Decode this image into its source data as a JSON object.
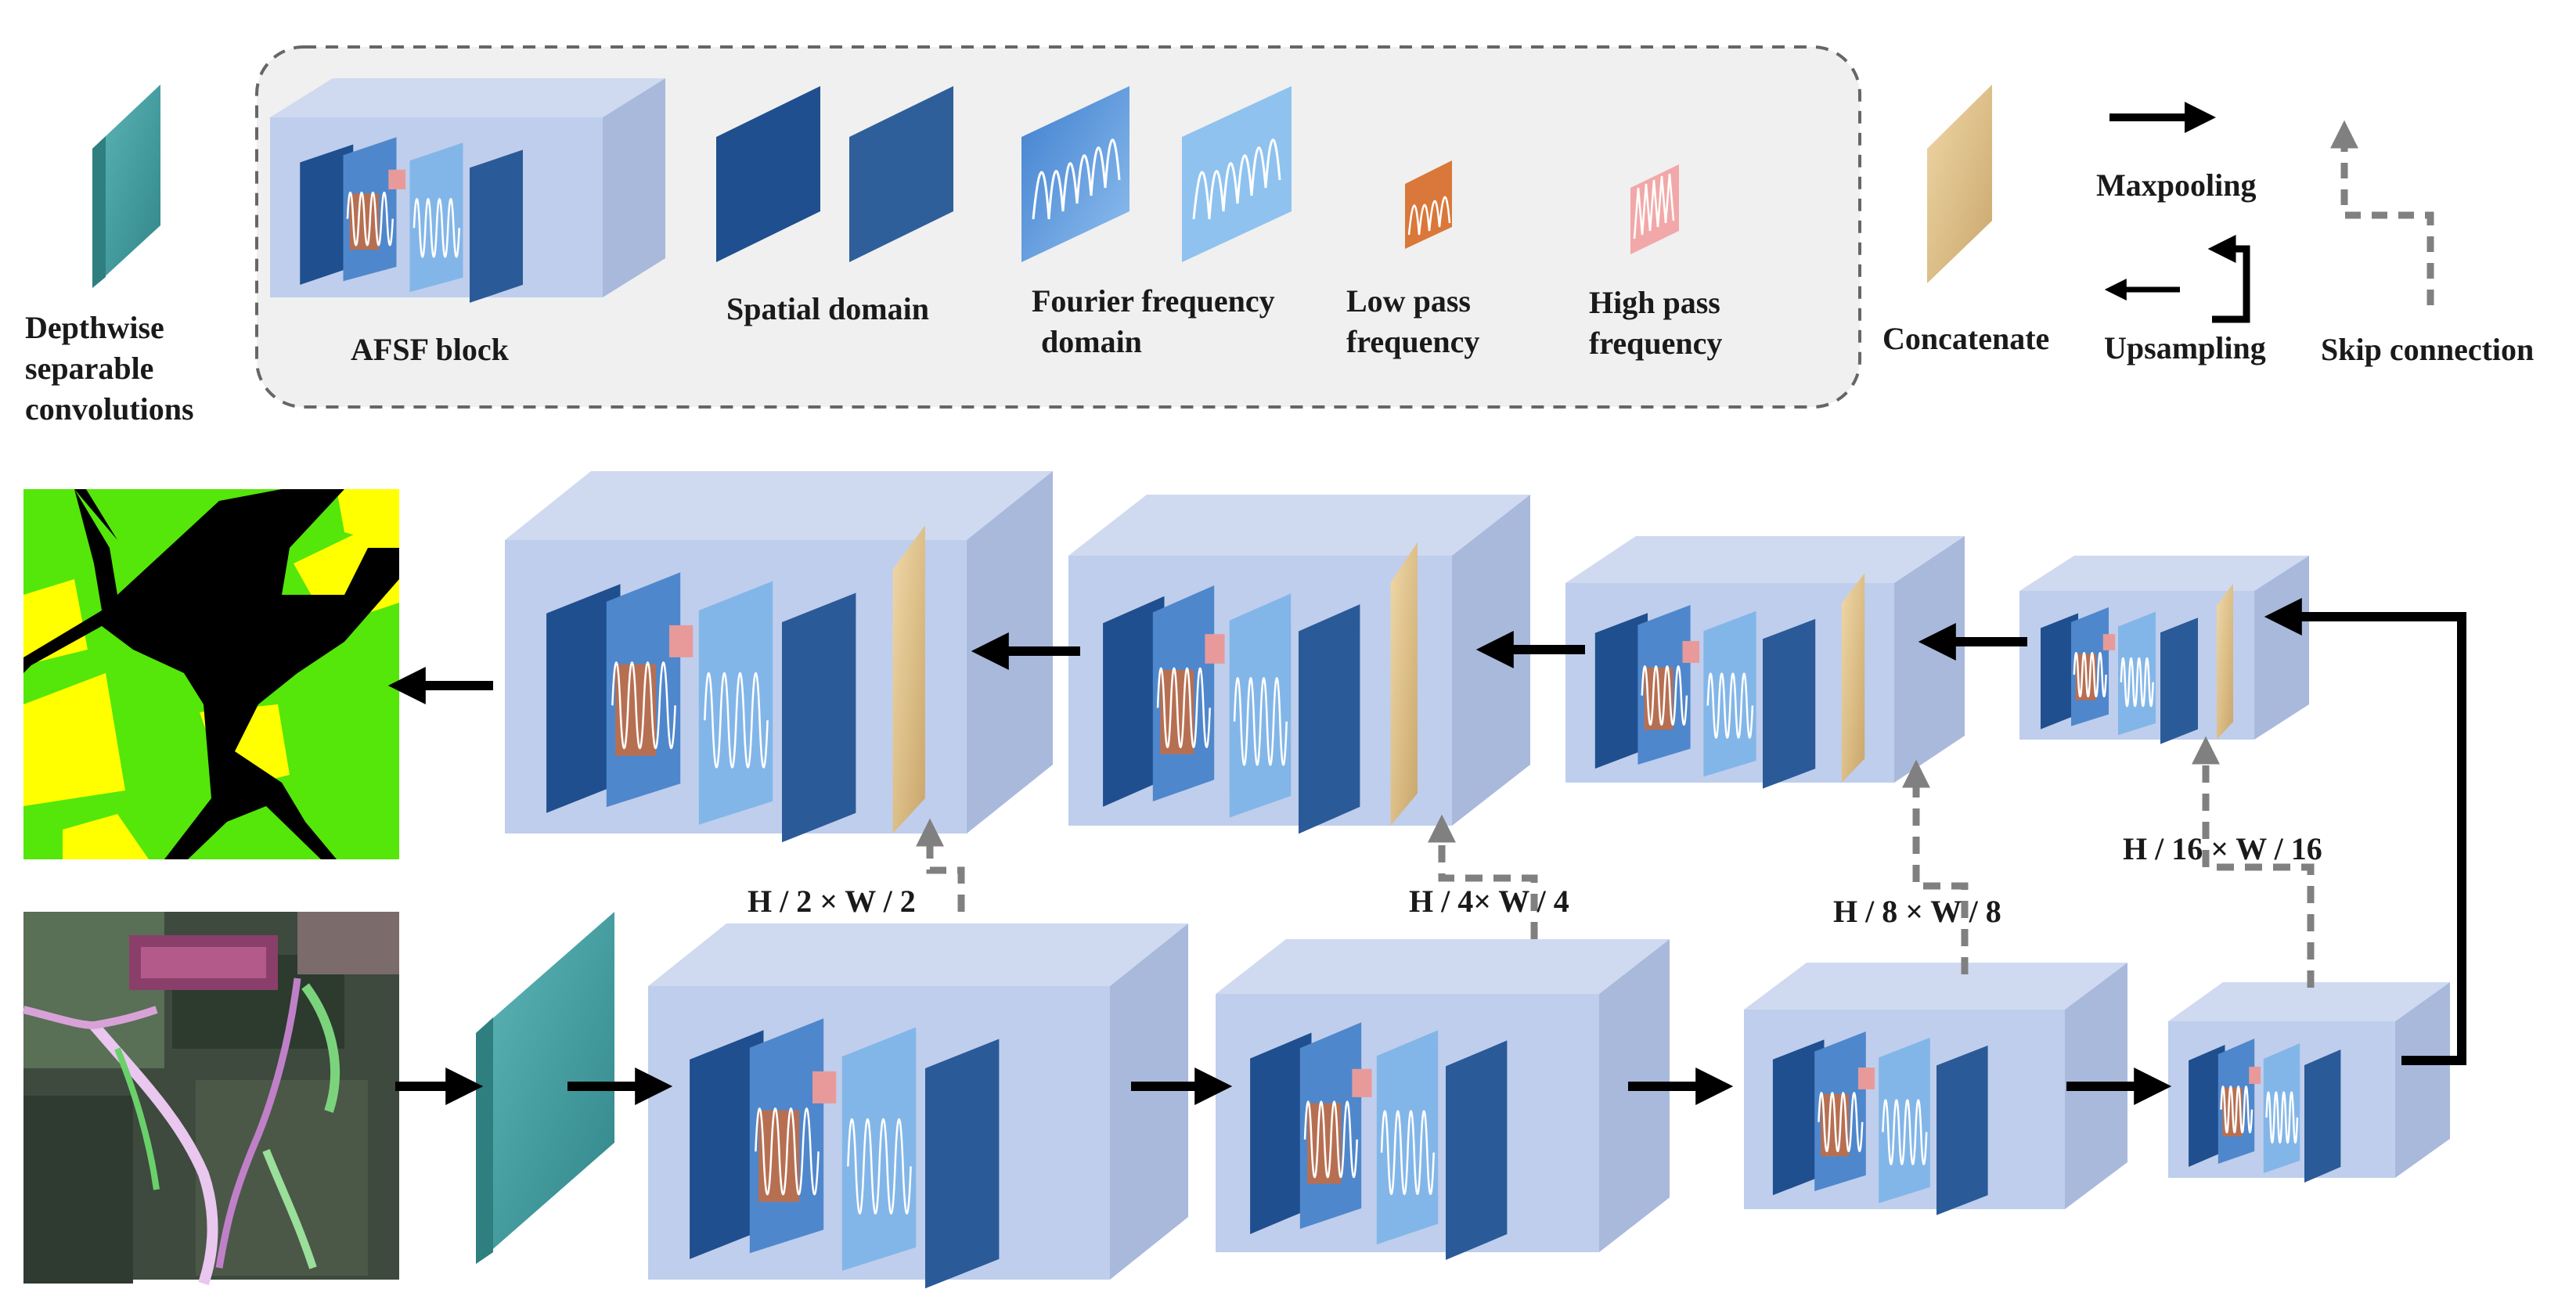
{
  "legend": {
    "depthwise": [
      "Depthwise",
      "separable",
      "convolutions"
    ],
    "afsf_block": "AFSF block",
    "spatial_domain": "Spatial domain",
    "fourier_domain": [
      "Fourier frequency",
      "domain"
    ],
    "low_pass": [
      "Low pass",
      "frequency"
    ],
    "high_pass": [
      "High pass",
      "frequency"
    ],
    "concatenate": "Concatenate",
    "maxpooling": "Maxpooling",
    "upsampling": "Upsampling",
    "skip_connection": "Skip connection"
  },
  "dims": {
    "d2": "H / 2 × W / 2",
    "d4": "H / 4× W / 4",
    "d8": "H / 8 × W / 8",
    "d16": "H / 16 × W / 16"
  },
  "colors": {
    "spatial_dark": "#1f4f8f",
    "spatial_mid": "#2f5f9f",
    "fourier": "#5b95d6",
    "low_pass": "#d9783a",
    "high_pass": "#e89a9a",
    "depthwise": "#3f9ea0",
    "concat": "#d9c090",
    "block_box": "#b9c8e6",
    "skip": "#808080",
    "map_green": "#55e60a",
    "map_yellow": "#ffff00"
  }
}
